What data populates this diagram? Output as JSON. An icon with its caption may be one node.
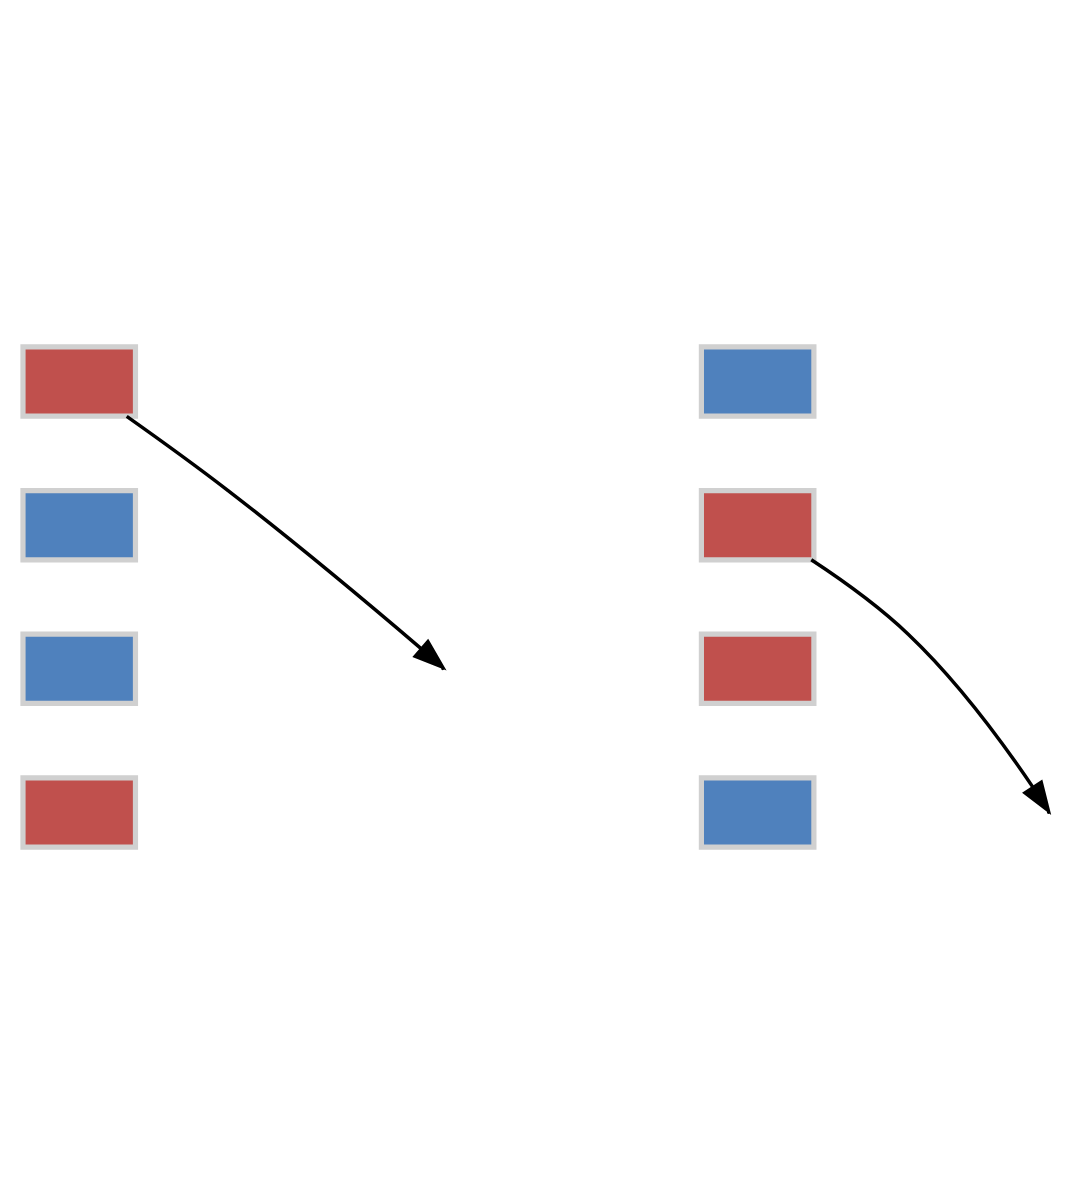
{
  "diagram": {
    "nodes": [
      {
        "text": [],
        "shape": "box"
      },
      {
        "text": [],
        "shape": "box"
      },
      {
        "text": [],
        "shape": "box"
      },
      {
        "text": [],
        "shape": "box"
      },
      {
        "text": [],
        "shape": "box"
      },
      {
        "text": [],
        "shape": "box"
      },
      {
        "text": [],
        "shape": "box"
      },
      {
        "text": [],
        "shape": "box"
      }
    ],
    "edges": [
      {
        "from": 0,
        "to": null,
        "arrow": "to"
      },
      {
        "from": 5,
        "to": null,
        "arrow": "to"
      }
    ]
  }
}
